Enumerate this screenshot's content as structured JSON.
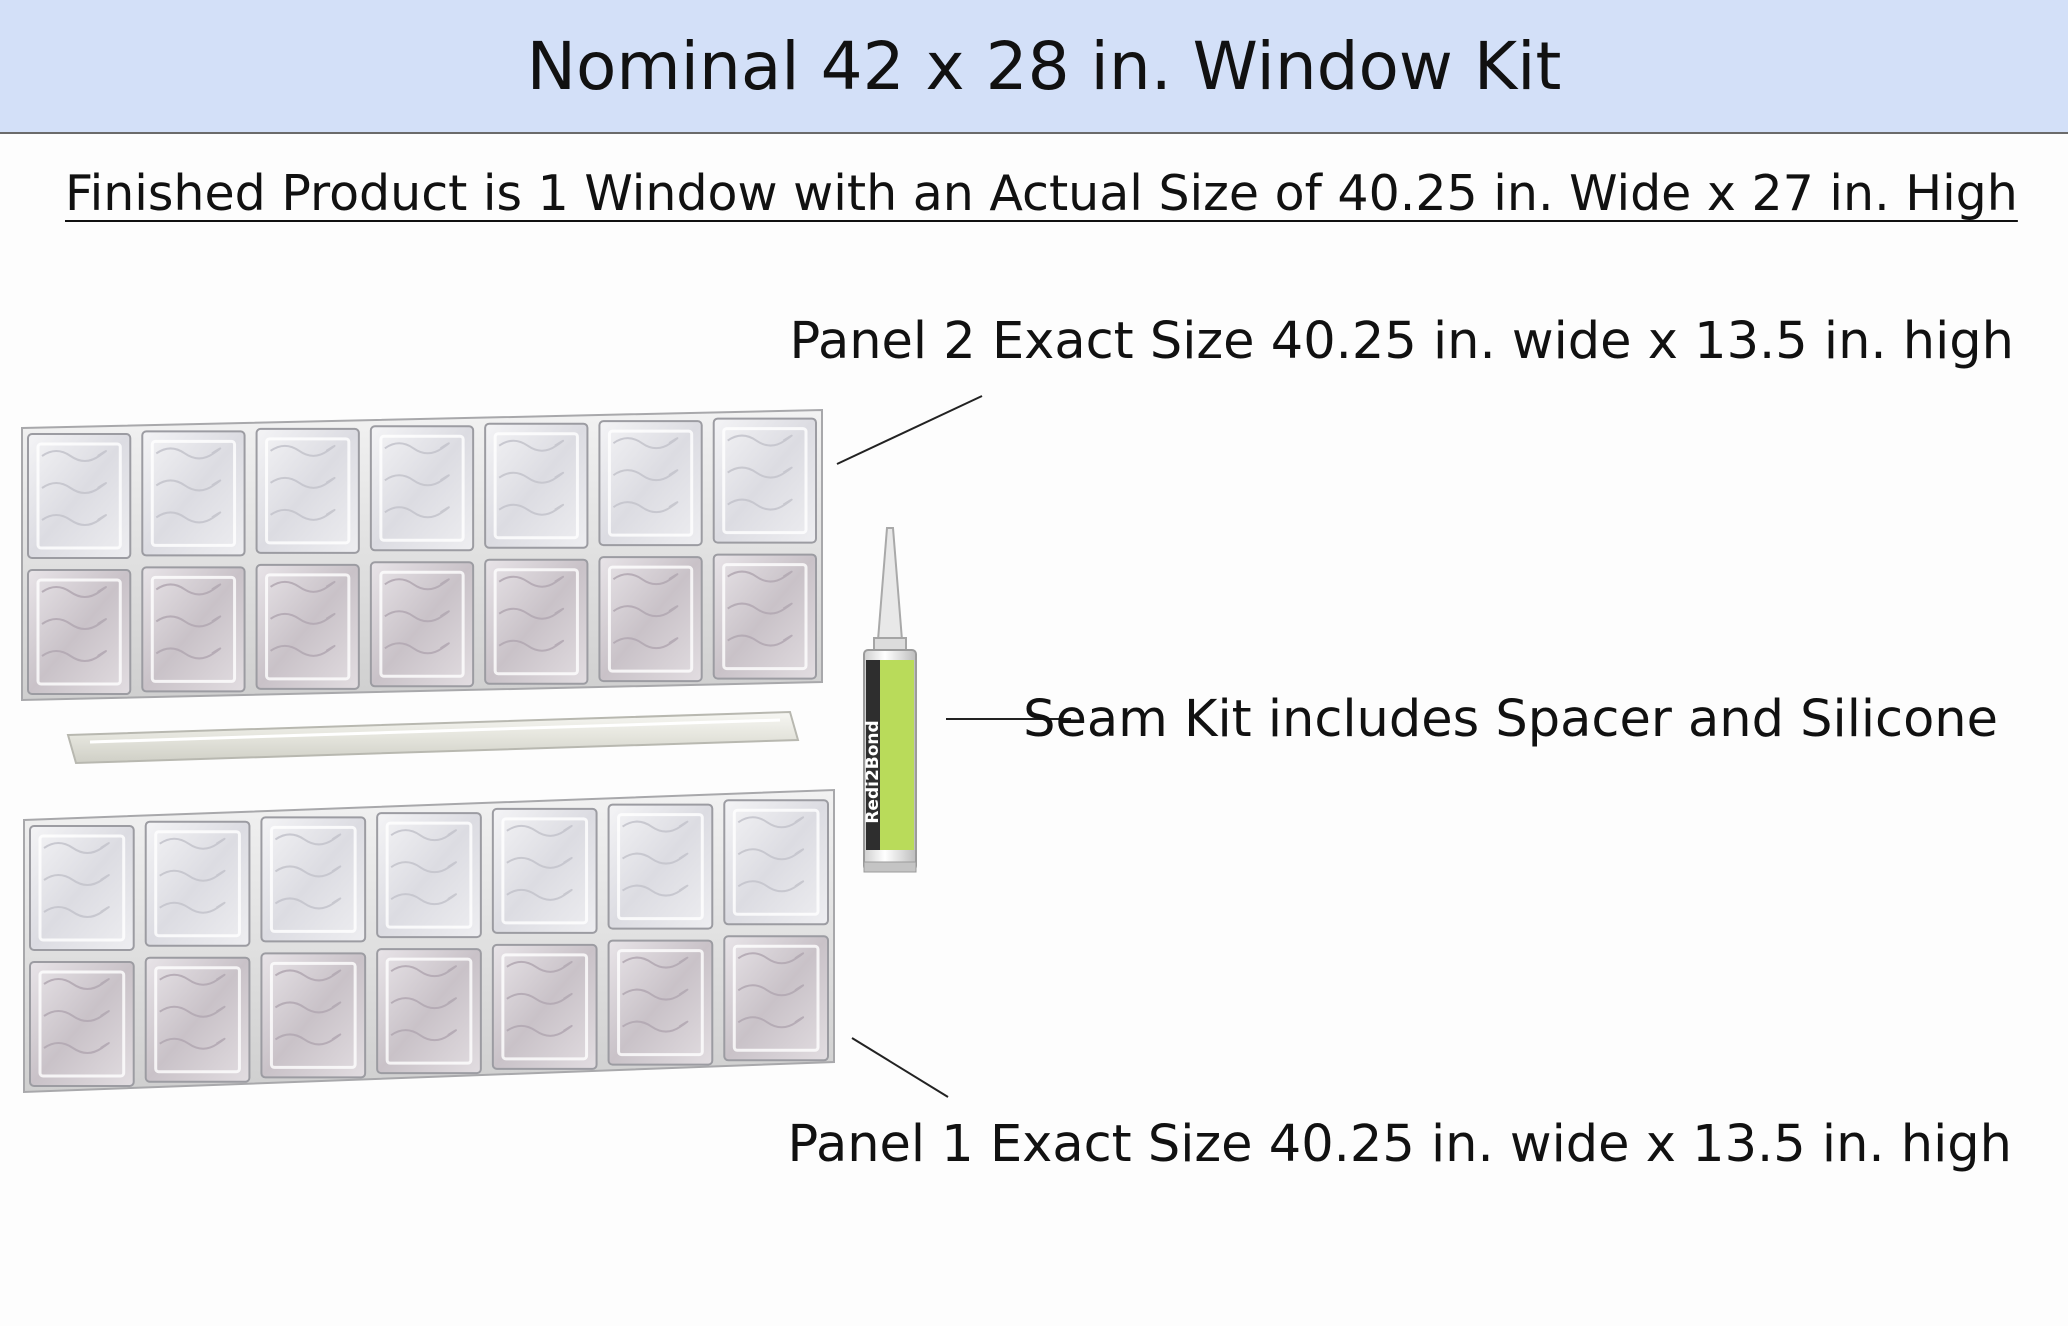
{
  "header": {
    "title": "Nominal 42 x 28 in. Window Kit"
  },
  "subtitle": "Finished Product is 1 Window with an Actual Size of 40.25 in. Wide x 27 in. High",
  "callouts": {
    "panel2": "Panel 2 Exact Size 40.25 in. wide x 13.5 in. high",
    "seam_kit": "Seam Kit includes Spacer and Silicone",
    "panel1": "Panel 1 Exact Size 40.25 in. wide x 13.5 in. high"
  },
  "silicone_tube": {
    "brand": "Redi2Bond"
  },
  "panels": {
    "columns": 7,
    "rows": 2
  },
  "colors": {
    "header_background": "#d3e0f8",
    "glass": "#e6e6ea",
    "tube_label": "#b9db5a"
  }
}
